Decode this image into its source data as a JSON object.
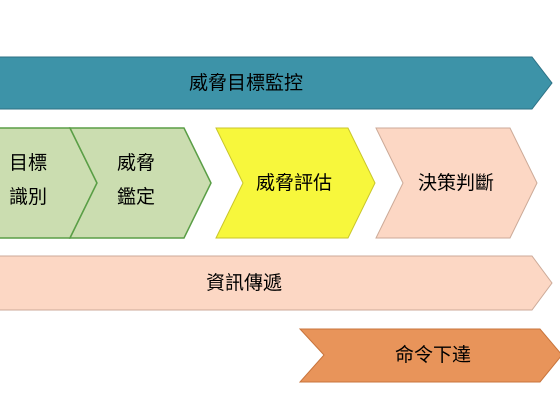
{
  "top_bar": {
    "label": "威脅目標監控",
    "color": "#3d93a8"
  },
  "stages": [
    {
      "lines": [
        "目標",
        "識別"
      ],
      "color": "#cbddb0"
    },
    {
      "lines": [
        "威脅",
        "鑑定"
      ],
      "color": "#cbddb0"
    },
    {
      "lines": [
        "威脅評估"
      ],
      "color": "#f7f73c"
    },
    {
      "lines": [
        "決策判斷"
      ],
      "color": "#fcd7c4"
    }
  ],
  "info_bar": {
    "label": "資訊傳遞",
    "color": "#fcd7c4"
  },
  "command_bar": {
    "label": "命令下達",
    "color": "#e8945a"
  },
  "colors": {
    "green_stroke": "#5a9e46",
    "peach_stroke": "#ccaa98",
    "top_bar_stroke": "#2e7285",
    "command_stroke": "#c8743c"
  }
}
